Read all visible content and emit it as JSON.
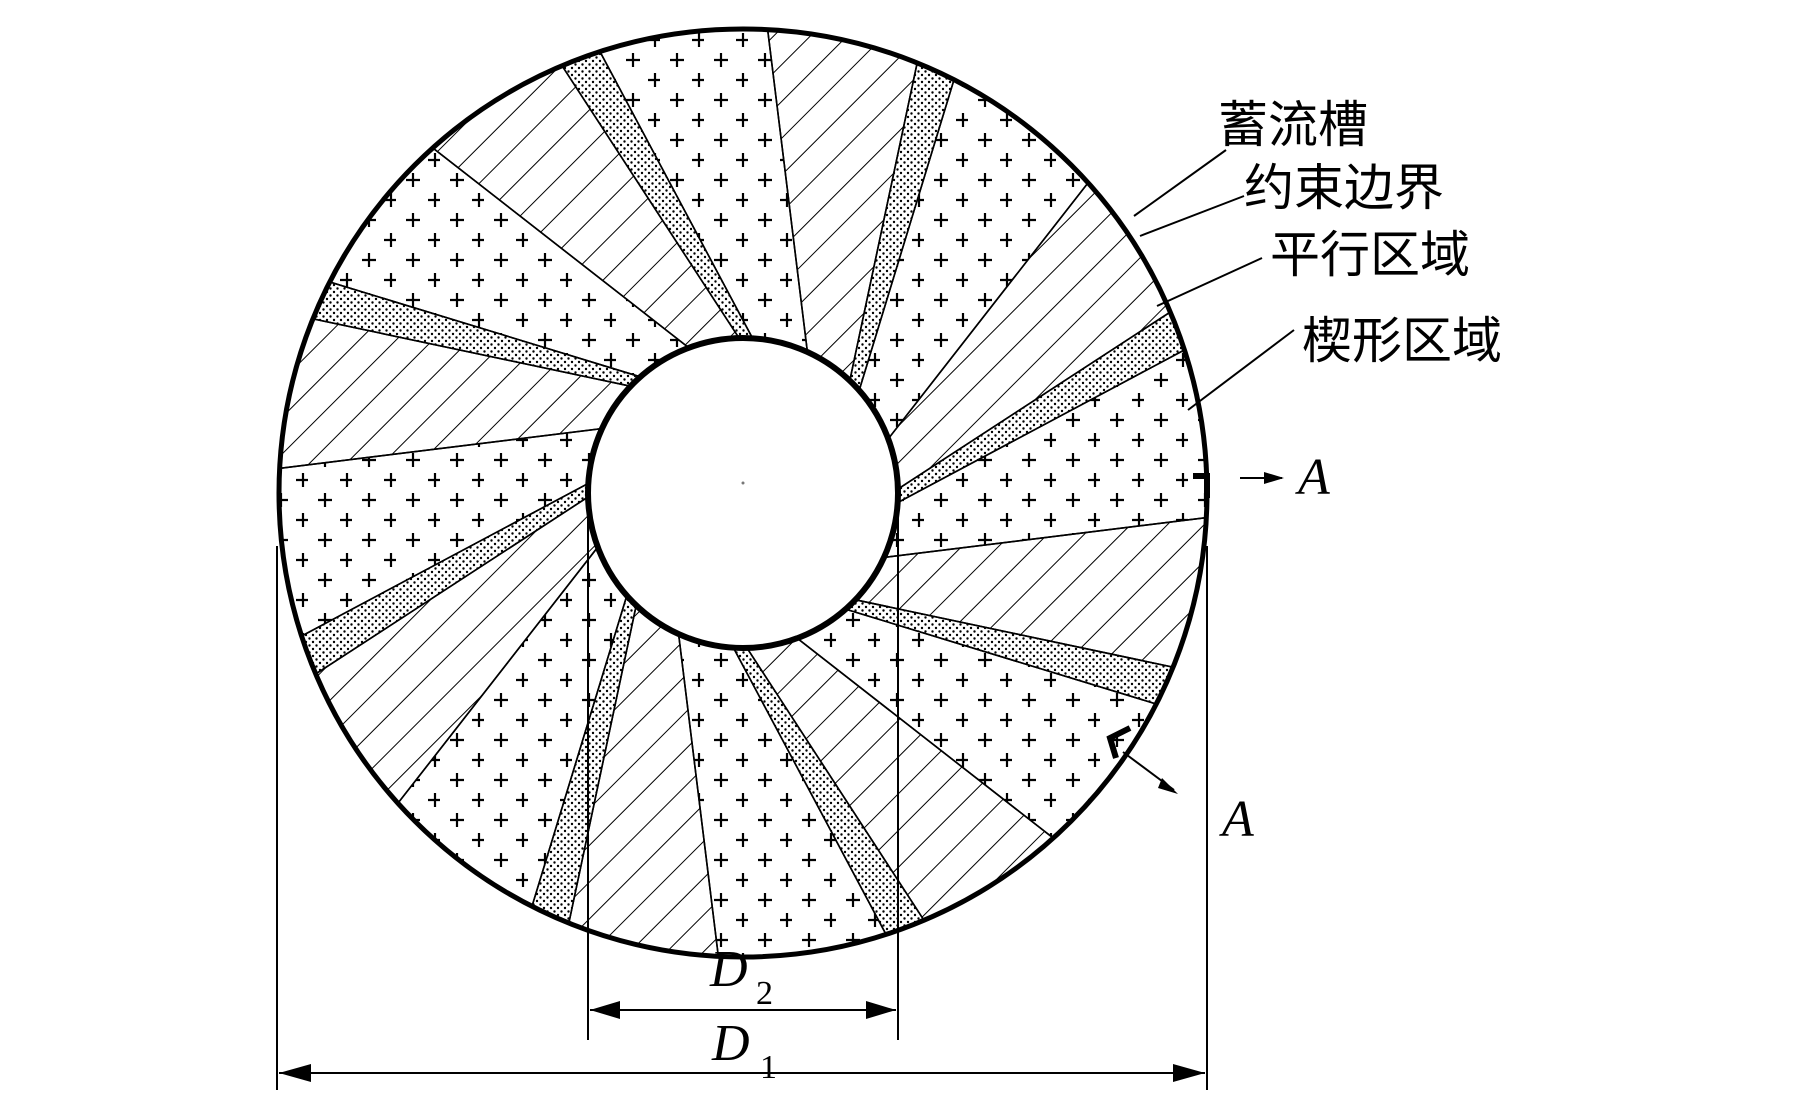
{
  "labels": {
    "groove": "蓄流槽",
    "boundary": "约束边界",
    "parallel": "平行区域",
    "wedge": "楔形区域",
    "section_a_right": "A",
    "section_a_lower": "A",
    "d2_main": "D",
    "d2_sub": "2",
    "d1_main": "D",
    "d1_sub": "1"
  },
  "colors": {
    "line": "#000000",
    "background": "#ffffff"
  },
  "figure": {
    "sector_count": 8,
    "region_sequence": [
      "groove",
      "parallel",
      "wedge"
    ]
  }
}
